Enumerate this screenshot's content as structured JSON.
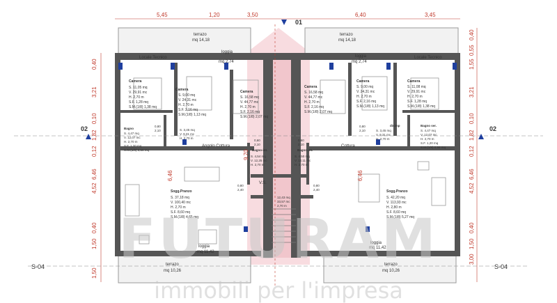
{
  "dimensions": {
    "top": [
      "5,45",
      "1,20",
      "3,50",
      "6,40",
      "3,45"
    ],
    "left": [
      "0,40",
      "3,21",
      "0,10",
      "1,82",
      "0,12",
      "6,46",
      "4,52",
      "0,40",
      "1,50",
      "1,50"
    ],
    "right": [
      "0,40",
      "0,55",
      "1,55",
      "3,21",
      "0,10",
      "1,82",
      "0,12",
      "6,46",
      "4,52",
      "0,40",
      "1,50",
      "3,00"
    ],
    "center": [
      "9,70",
      "6,46",
      "6,46"
    ]
  },
  "sections": {
    "top_marker": "01",
    "left_marker": "02",
    "right_marker": "02",
    "bottom_left": "S-04",
    "bottom_right": "S-04"
  },
  "rooms": {
    "terrace_top_left": {
      "name": "terrazo",
      "area": "mq 14,18"
    },
    "terrace_top_right": {
      "name": "terrazo",
      "area": "mq 14,18"
    },
    "loggia_top_left": {
      "name": "loggia",
      "area": "mq 2,74"
    },
    "loggia_top_right": {
      "name": "loggia",
      "area": "mq 2,74"
    },
    "locale_tecnico_left": "Locale Tecnico",
    "locale_tecnico_right": "Locale Tecnico",
    "camera_a": {
      "name": "Camera",
      "lines": [
        "S.   11,05 mq",
        "V.   29,91 mc",
        "H.   2,70 m",
        "S.F.   1,28 mq",
        "S.M.(1/8)   1,38 mq"
      ]
    },
    "camera_b": {
      "name": "Camera",
      "lines": [
        "S.   9,00 mq",
        "V.   24,31 mc",
        "H.   2,70 m",
        "S.F.   2,16 mq",
        "S.M.(1/8)   1,13 mq"
      ]
    },
    "camera_c": {
      "name": "Camera",
      "lines": [
        "S.   16,58 mq",
        "V.   44,77 mc",
        "H.   2,70 m",
        "S.F.   2,16 mq",
        "S.M.(1/8)   2,07 mq"
      ]
    },
    "camera_d": {
      "name": "Camera",
      "lines": [
        "S.   16,58 mq",
        "V.   44,77 mc",
        "H.   2,70 m",
        "S.F.   2,16 mq",
        "S.M.(1/8)   2,07 mq"
      ]
    },
    "camera_e": {
      "name": "Camera",
      "lines": [
        "S.   9,00 mq",
        "V.   24,31 mc",
        "H.   2,70 m",
        "S.F.   2,16 mq",
        "S.M.(1/8)   1,13 mq"
      ]
    },
    "camera_f": {
      "name": "Camera",
      "lines": [
        "S.   11,08 mq",
        "V.   29,91 mc",
        "H.   2,70 m",
        "S.F.   1,28 mq",
        "S.M.(1/8)   1,38 mq"
      ]
    },
    "bagno_left": {
      "name": "Bagno",
      "lines": [
        "S.   4,47 mq",
        "V.   12,07 mc",
        "H.   2,70 m",
        "S.F.   1,20 mq",
        "S.M.(1/8)   0,56 mq"
      ]
    },
    "bagno_right": {
      "name": "Bagno ser.",
      "lines": [
        "S.   4,47 mq",
        "V.   12,07 mc",
        "H.   2,70 m",
        "S.F.   1,20 mq",
        "S.M.(1/8)   0,56 mq"
      ]
    },
    "disimp_left": {
      "name": "",
      "lines": [
        "S.   3,45 mq",
        "V.   9,31 mc",
        "H.   2,70 m"
      ]
    },
    "disimp_right": {
      "name": "disimp",
      "lines": [
        "S.   3,45 mq",
        "V.   9,31 mc",
        "H.   2,70 m"
      ]
    },
    "cottura_left": "Angolo Cottura",
    "cottura_right": "Cottura",
    "bagno_mid_left": {
      "name": "Bagno-int.",
      "lines": [
        "S.   4,54 mq",
        "V.   12,25 mc",
        "H.   2,70 m"
      ]
    },
    "bagno_mid_right": {
      "name": "Bagno-int.",
      "lines": [
        "S.   4,50 mq",
        "V.   12,11 mc",
        "H.   2,70 m"
      ]
    },
    "vs_label": "V.S.",
    "stair_lines": [
      "12,43 mq",
      "33,57 mc",
      "2,70 m"
    ],
    "sogg_left": {
      "name": "Sogg.Pranzo",
      "lines": [
        "S.   37,18 mq",
        "V.   100,40 mc",
        "H.   2,70 m",
        "S.F.   8,60 mq",
        "S.M.(1/8)   4,65 mq"
      ]
    },
    "sogg_right": {
      "name": "Sogg.Pranzo",
      "lines": [
        "S.   42,20 mq",
        "V.   113,93 mc",
        "H.   2,80 m",
        "S.F.   8,60 mq",
        "S.M.(1/8)   5,27 mq"
      ]
    },
    "loggia_bottom_left": {
      "name": "loggia",
      "area": "mq 11,42"
    },
    "loggia_bottom_right": {
      "name": "loggia",
      "area": "mq 11,42"
    },
    "terrace_bottom_left": {
      "name": "terrazo",
      "area": "mq 10,26"
    },
    "terrace_bottom_right": {
      "name": "terrazo",
      "area": "mq 10,26"
    },
    "door_marks": [
      "0,80",
      "2,40",
      "0,80",
      "2,40",
      "0,80",
      "2,10",
      "0,60",
      "2,10",
      "0,60",
      "2,10",
      "0,80",
      "2,10"
    ]
  },
  "watermark": {
    "logo": "FUTURAM",
    "tagline": "immobili per l'impresa"
  },
  "colors": {
    "wall": "#555555",
    "dimension": "#c0392b",
    "section_marker": "#1f3f9e",
    "highlight": "#e8a0aa",
    "watermark": "#c8c8c8"
  }
}
